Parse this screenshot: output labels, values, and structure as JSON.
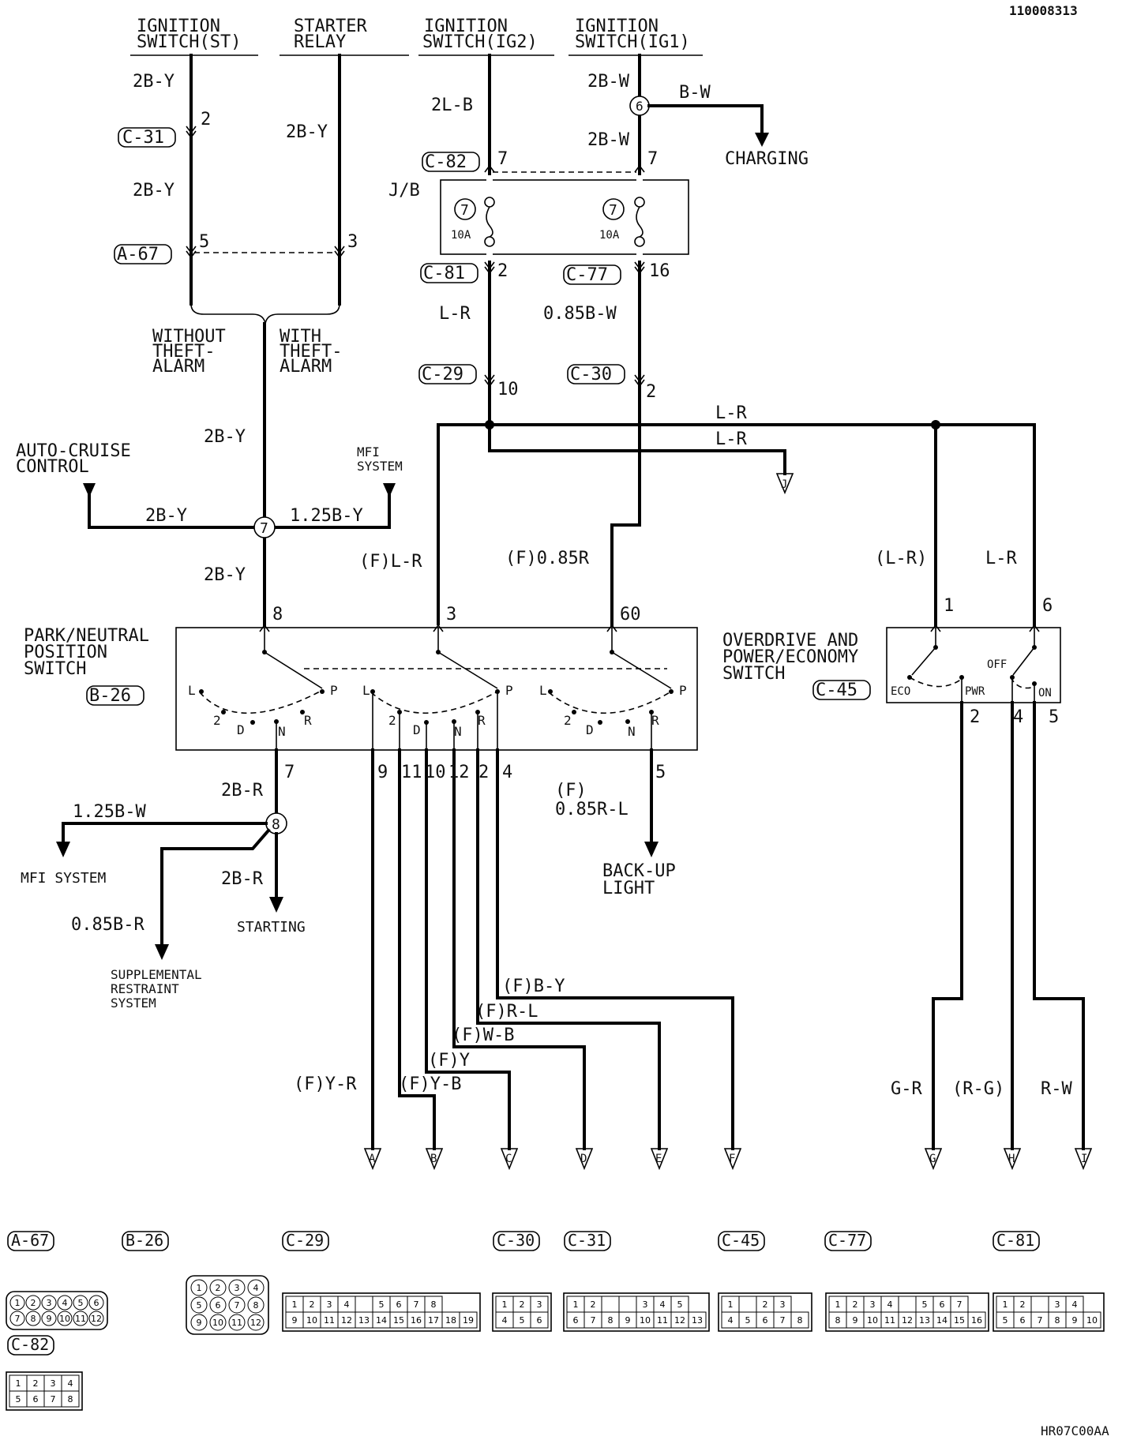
{
  "doc_id": "110008313",
  "footer_code": "HR07C00AA",
  "sources": {
    "ign_st": [
      "IGNITION",
      "SWITCH(ST)"
    ],
    "starter_relay": [
      "STARTER",
      "RELAY"
    ],
    "ign_ig2": [
      "IGNITION",
      "SWITCH(IG2)"
    ],
    "ign_ig1": [
      "IGNITION",
      "SWITCH(IG1)"
    ]
  },
  "wires": {
    "st_top": "2B-Y",
    "st_mid": "2B-Y",
    "relay": "2B-Y",
    "ig2_top": "2L-B",
    "ig1_top": "2B-W",
    "ig1_charging": "B-W",
    "ig1_mid": "2B-W",
    "lr_a": "L-R",
    "bw085": "0.85B-W",
    "bus_top": "L-R",
    "bus_j": "L-R",
    "common_2by": "2B-Y",
    "ac_2by": "2B-Y",
    "mfi_125by": "1.25B-Y",
    "pns_in_2by": "2B-Y",
    "f_lr": "(F)L-R",
    "f_085r": "(F)0.85R",
    "od_lr_paren": "(L-R)",
    "od_lr": "L-R",
    "out_2br": "2B-R",
    "mfi_125bw": "1.25B-W",
    "start_2br": "2B-R",
    "srs_085br": "0.85B-R",
    "backup_f": "(F)",
    "backup_085rl": "0.85R-L",
    "f_by": "(F)B-Y",
    "f_rl": "(F)R-L",
    "f_wb": "(F)W-B",
    "f_y": "(F)Y",
    "f_yr": "(F)Y-R",
    "f_yb": "(F)Y-B",
    "g_r": "G-R",
    "r_g": "(R-G)",
    "r_w": "R-W"
  },
  "connectors": {
    "c31": "C-31",
    "a67": "A-67",
    "c82": "C-82",
    "c81": "C-81",
    "c77": "C-77",
    "c29": "C-29",
    "c30": "C-30",
    "b26": "B-26",
    "c45": "C-45"
  },
  "pins": {
    "c31": "2",
    "a67_st": "5",
    "a67_relay": "3",
    "c82_ig2": "7",
    "c82_ig1": "7",
    "c81": "2",
    "c77": "16",
    "c29": "10",
    "c30": "2",
    "pns_8": "8",
    "pns_3": "3",
    "pns_60": "60",
    "od_1": "1",
    "od_6": "6",
    "pns_7": "7",
    "pns_9": "9",
    "pns_11": "11",
    "pns_10": "10",
    "pns_12": "12",
    "pns_2": "2",
    "pns_4": "4",
    "pns_5": "5",
    "od_2": "2",
    "od_4": "4",
    "od_5": "5"
  },
  "junctions": {
    "j6": "6",
    "j7": "7",
    "j8": "8"
  },
  "jb": {
    "label": "J/B",
    "fuse_left": "7",
    "fuse_right": "7",
    "amp_left": "10A",
    "amp_right": "10A"
  },
  "options": {
    "without": [
      "WITHOUT",
      "THEFT-",
      "ALARM"
    ],
    "with": [
      "WITH",
      "THEFT-",
      "ALARM"
    ]
  },
  "destinations": {
    "charging": "CHARGING",
    "auto_cruise": [
      "AUTO-CRUISE",
      "CONTROL"
    ],
    "mfi_top": [
      "MFI",
      "SYSTEM"
    ],
    "mfi_bottom": "MFI SYSTEM",
    "starting": "STARTING",
    "srs": [
      "SUPPLEMENTAL",
      "RESTRAINT",
      "SYSTEM"
    ],
    "backup": [
      "BACK-UP",
      "LIGHT"
    ]
  },
  "components": {
    "pns": [
      "PARK/NEUTRAL",
      "POSITION",
      "SWITCH"
    ],
    "od": [
      "OVERDRIVE AND",
      "POWER/ECONOMY",
      "SWITCH"
    ]
  },
  "pns_positions": {
    "L": "L",
    "two": "2",
    "D": "D",
    "N": "N",
    "R": "R",
    "P": "P"
  },
  "od_positions": {
    "eco": "ECO",
    "pwr": "PWR",
    "off": "OFF",
    "on": "ON"
  },
  "terminals": {
    "A": "A",
    "B": "B",
    "C": "C",
    "D": "D",
    "E": "E",
    "F": "F",
    "G": "G",
    "H": "H",
    "I": "I",
    "J": "J"
  },
  "connector_views": {
    "a67": {
      "label": "A-67",
      "rows": [
        [
          "1",
          "2",
          "3",
          "4",
          "5",
          "6"
        ],
        [
          "7",
          "8",
          "9",
          "10",
          "11",
          "12"
        ]
      ]
    },
    "b26": {
      "label": "B-26",
      "rows": [
        [
          "1",
          "2",
          "3",
          "4"
        ],
        [
          "5",
          "6",
          "7",
          "8"
        ],
        [
          "9",
          "10",
          "11",
          "12"
        ]
      ]
    },
    "c29": {
      "label": "C-29",
      "rows": [
        [
          "1",
          "2",
          "3",
          "4",
          "",
          "5",
          "6",
          "7",
          "8"
        ],
        [
          "9",
          "10",
          "11",
          "12",
          "13",
          "14",
          "15",
          "16",
          "17",
          "18",
          "19"
        ]
      ]
    },
    "c30": {
      "label": "C-30",
      "rows": [
        [
          "1",
          "2",
          "3"
        ],
        [
          "4",
          "5",
          "6"
        ]
      ]
    },
    "c31": {
      "label": "C-31",
      "rows": [
        [
          "1",
          "2",
          "",
          "",
          "3",
          "4",
          "5"
        ],
        [
          "6",
          "7",
          "8",
          "9",
          "10",
          "11",
          "12",
          "13"
        ]
      ]
    },
    "c45": {
      "label": "C-45",
      "rows": [
        [
          "1",
          "",
          "2",
          "3"
        ],
        [
          "4",
          "5",
          "6",
          "7",
          "8"
        ]
      ]
    },
    "c77": {
      "label": "C-77",
      "rows": [
        [
          "1",
          "2",
          "3",
          "4",
          "",
          "5",
          "6",
          "7"
        ],
        [
          "8",
          "9",
          "10",
          "11",
          "12",
          "13",
          "14",
          "15",
          "16"
        ]
      ]
    },
    "c81": {
      "label": "C-81",
      "rows": [
        [
          "1",
          "2",
          "",
          "3",
          "4"
        ],
        [
          "5",
          "6",
          "7",
          "8",
          "9",
          "10"
        ]
      ]
    },
    "c82": {
      "label": "C-82",
      "rows": [
        [
          "1",
          "2",
          "3",
          "4"
        ],
        [
          "5",
          "6",
          "7",
          "8"
        ]
      ]
    }
  }
}
